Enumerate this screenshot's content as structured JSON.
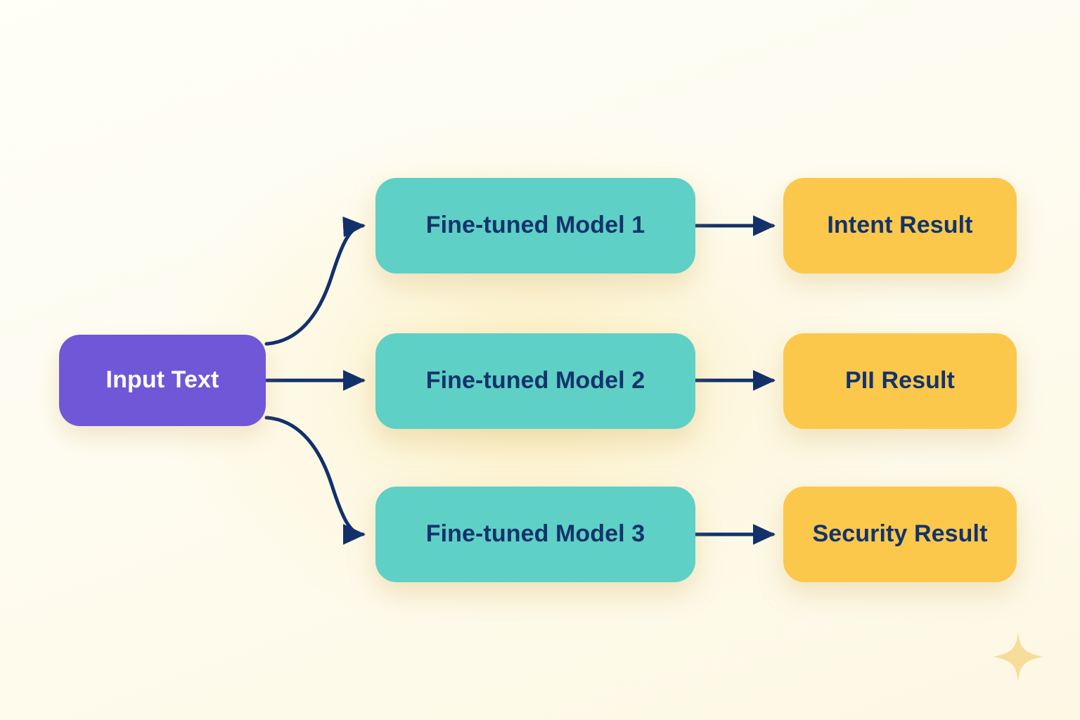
{
  "diagram": {
    "type": "flowchart",
    "background_color": "#fdfbef",
    "accent_colors": {
      "input": "#6f57d8",
      "model": "#5fd0c5",
      "result": "#fbc84b",
      "text_dark": "#13336c",
      "text_light": "#ffffff",
      "edge": "#12306b",
      "sparkle": "#f7dd9a"
    },
    "nodes": {
      "input": {
        "id": "input-text",
        "label": "Input Text",
        "color": "#6f57d8"
      },
      "models": [
        {
          "id": "fine-tuned-model-1",
          "label": "Fine-tuned Model 1",
          "color": "#5fd0c5"
        },
        {
          "id": "fine-tuned-model-2",
          "label": "Fine-tuned Model 2",
          "color": "#5fd0c5"
        },
        {
          "id": "fine-tuned-model-3",
          "label": "Fine-tuned Model 3",
          "color": "#5fd0c5"
        }
      ],
      "results": [
        {
          "id": "intent-result",
          "label": "Intent Result",
          "color": "#fbc84b"
        },
        {
          "id": "pii-result",
          "label": "PII Result",
          "color": "#fbc84b"
        },
        {
          "id": "security-result",
          "label": "Security Result",
          "color": "#fbc84b"
        }
      ]
    },
    "edges": [
      {
        "from": "Input Text",
        "to": "Fine-tuned Model 1",
        "style": "curved",
        "arrow": true
      },
      {
        "from": "Input Text",
        "to": "Fine-tuned Model 2",
        "style": "straight",
        "arrow": true
      },
      {
        "from": "Input Text",
        "to": "Fine-tuned Model 3",
        "style": "curved",
        "arrow": true
      },
      {
        "from": "Fine-tuned Model 1",
        "to": "Intent Result",
        "style": "straight",
        "arrow": true
      },
      {
        "from": "Fine-tuned Model 2",
        "to": "PII Result",
        "style": "straight",
        "arrow": true
      },
      {
        "from": "Fine-tuned Model 3",
        "to": "Security Result",
        "style": "straight",
        "arrow": true
      }
    ],
    "decorations": [
      {
        "id": "sparkle",
        "shape": "four-point-star",
        "color": "#f7dd9a"
      }
    ]
  }
}
